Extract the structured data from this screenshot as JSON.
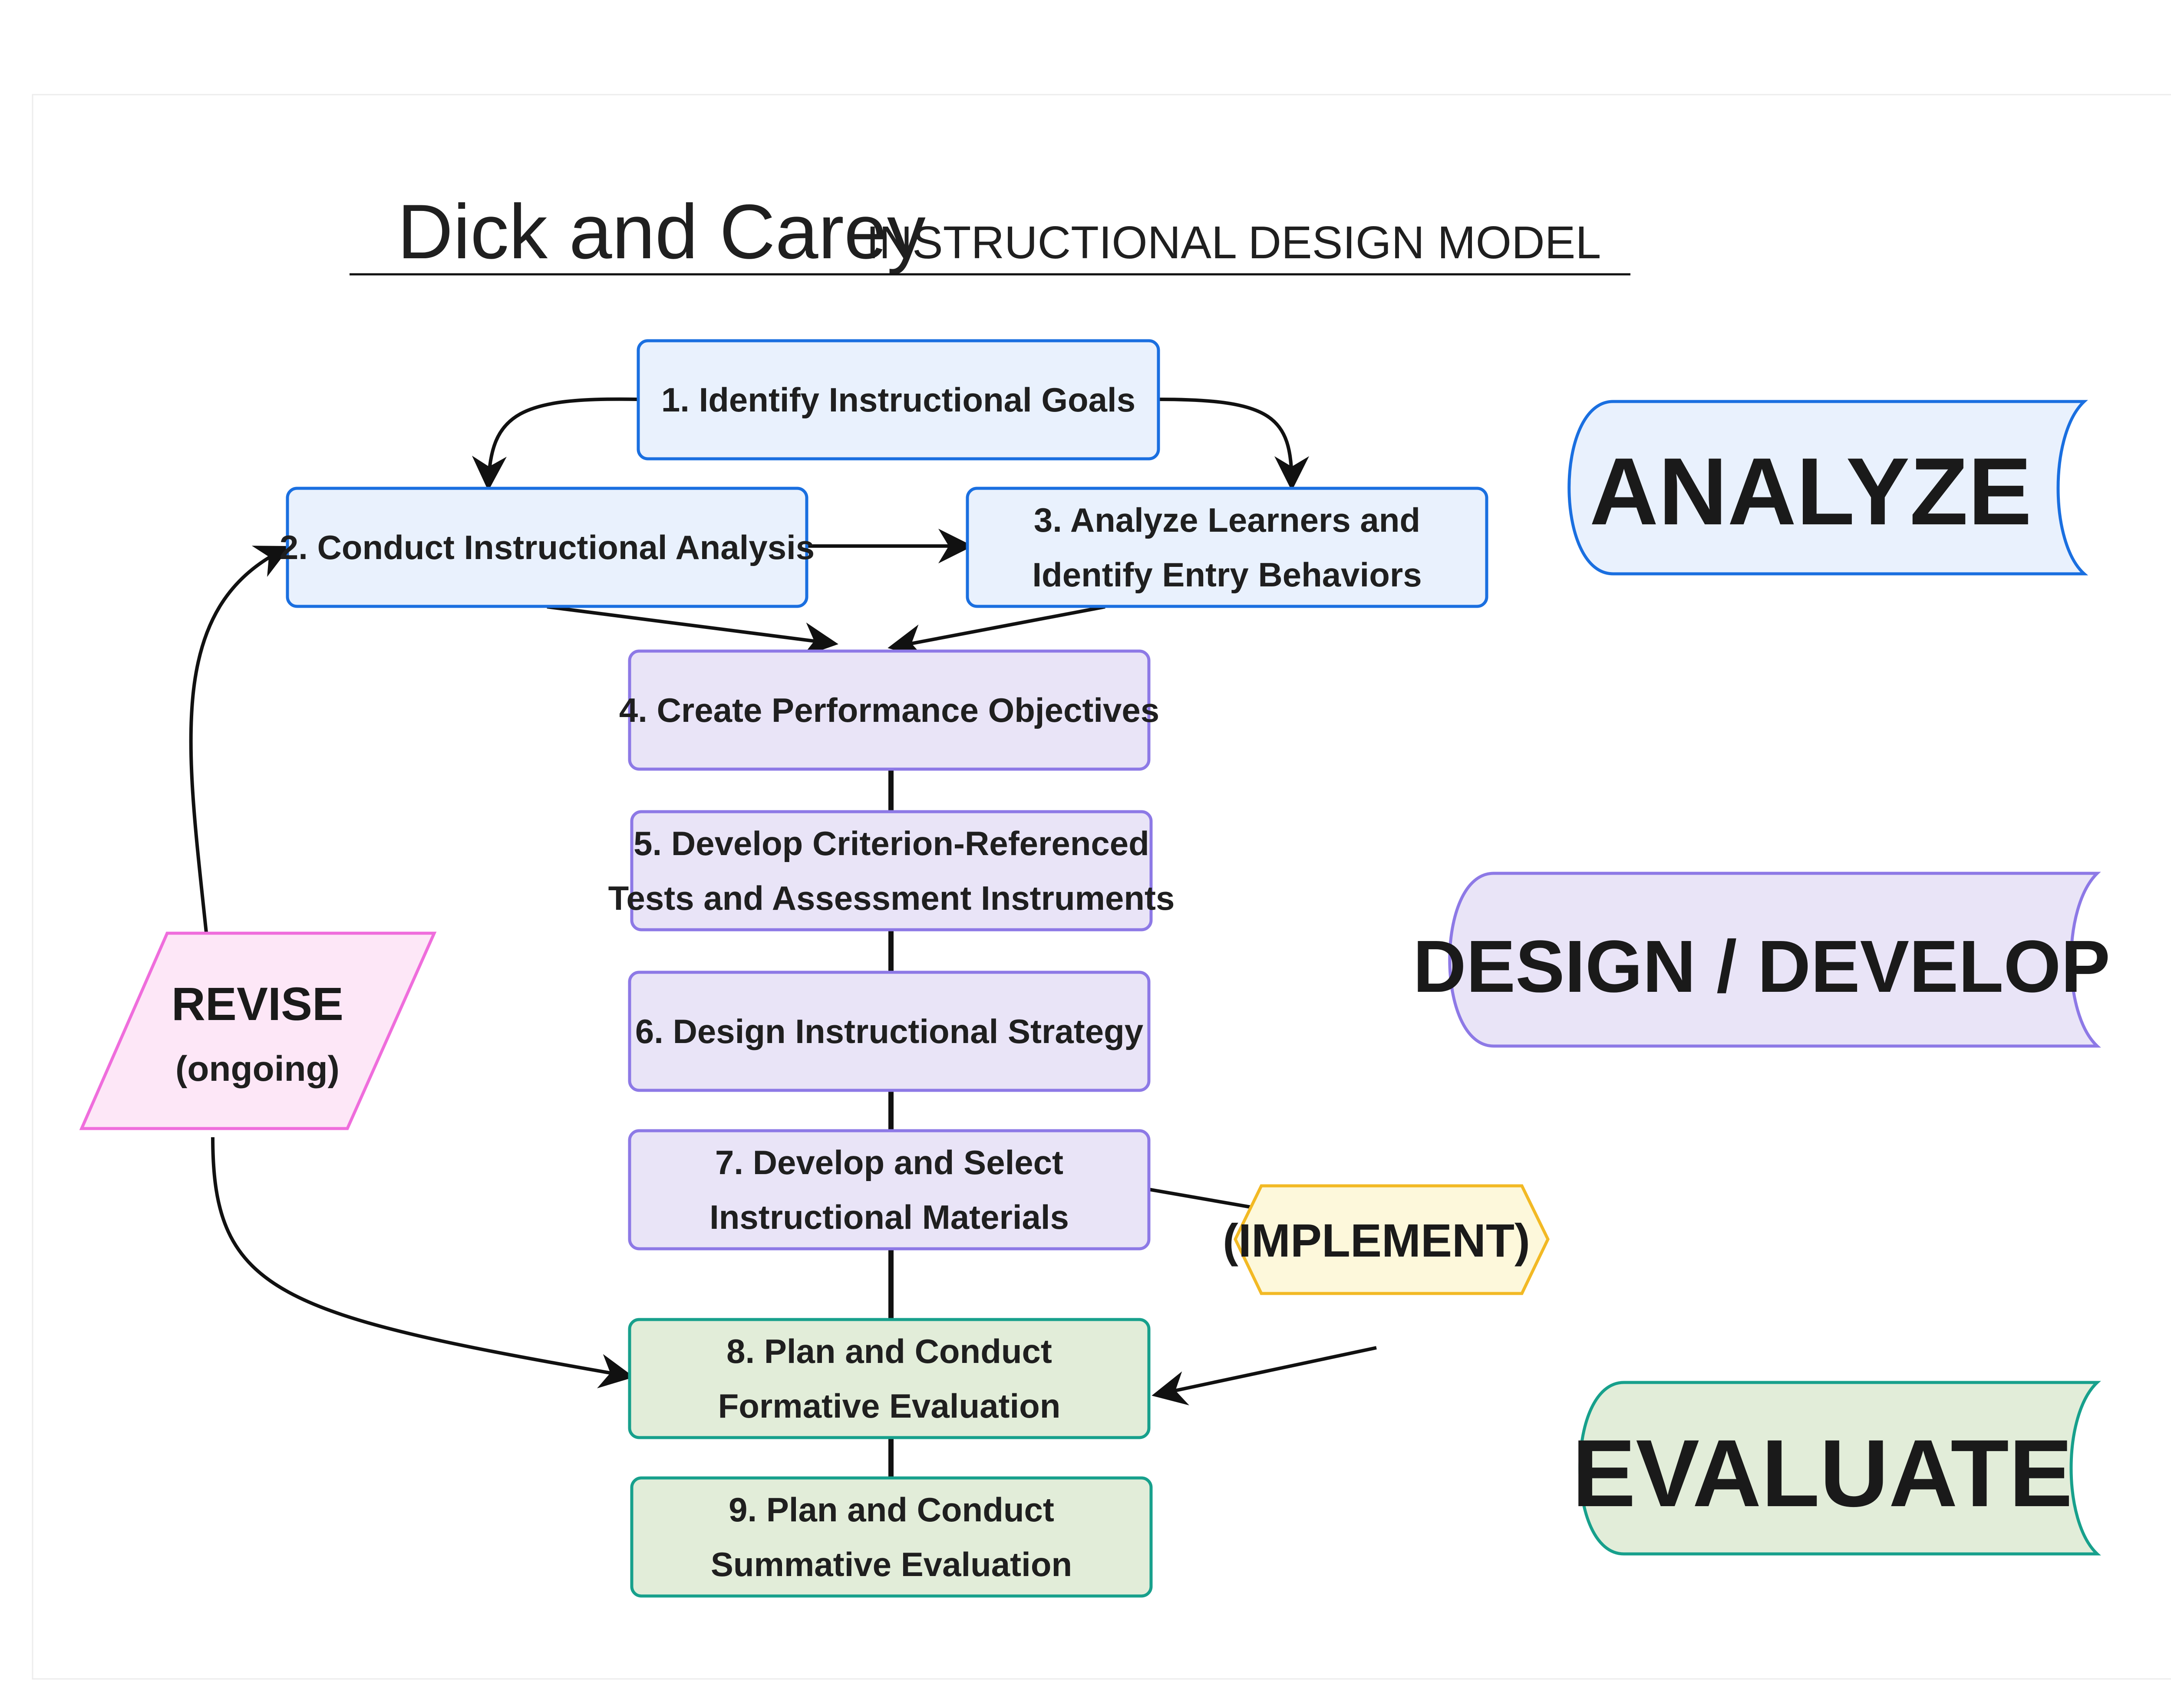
{
  "title": {
    "main": "Dick and Carey",
    "sub": "INSTRUCTIONAL DESIGN MODEL"
  },
  "steps": [
    {
      "id": 1,
      "lines": [
        "1. Identify Instructional Goals"
      ],
      "phase": "analyze"
    },
    {
      "id": 2,
      "lines": [
        "2. Conduct Instructional Analysis"
      ],
      "phase": "analyze"
    },
    {
      "id": 3,
      "lines": [
        "3. Analyze Learners and",
        "Identify Entry Behaviors"
      ],
      "phase": "analyze"
    },
    {
      "id": 4,
      "lines": [
        "4. Create Performance Objectives"
      ],
      "phase": "design"
    },
    {
      "id": 5,
      "lines": [
        "5. Develop Criterion-Referenced",
        "Tests and Assessment Instruments"
      ],
      "phase": "design"
    },
    {
      "id": 6,
      "lines": [
        "6. Design Instructional Strategy"
      ],
      "phase": "design"
    },
    {
      "id": 7,
      "lines": [
        "7. Develop and Select",
        "Instructional Materials"
      ],
      "phase": "design"
    },
    {
      "id": 8,
      "lines": [
        "8. Plan and Conduct",
        "Formative Evaluation"
      ],
      "phase": "evaluate"
    },
    {
      "id": 9,
      "lines": [
        "9. Plan and Conduct",
        "Summative Evaluation"
      ],
      "phase": "evaluate"
    }
  ],
  "revise": {
    "label": "REVISE",
    "sub": "(ongoing)"
  },
  "implement": {
    "label": "(IMPLEMENT)"
  },
  "phases": {
    "analyze": {
      "label": "ANALYZE"
    },
    "design": {
      "label": "DESIGN / DEVELOP"
    },
    "evaluate": {
      "label": "EVALUATE"
    }
  },
  "colors": {
    "analyze_fill": "#e9f1fd",
    "analyze_stroke": "#1a6fe0",
    "design_fill": "#e9e4f7",
    "design_stroke": "#8d79e6",
    "evaluate_fill": "#e2edd9",
    "evaluate_stroke": "#17a08c",
    "revise_fill": "#fde7f7",
    "revise_stroke": "#ef6ddc",
    "implement_fill": "#fdf8db",
    "implement_stroke": "#f2b924",
    "line": "#111111"
  }
}
